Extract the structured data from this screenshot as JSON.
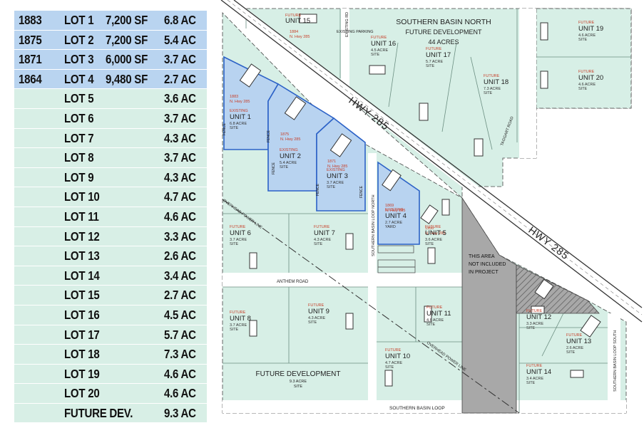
{
  "lot_table": [
    {
      "number": "1883",
      "lot": "LOT 1",
      "sf": "7,200 SF",
      "acres": "6.8 AC",
      "built": true
    },
    {
      "number": "1875",
      "lot": "LOT 2",
      "sf": "7,200 SF",
      "acres": "5.4 AC",
      "built": true
    },
    {
      "number": "1871",
      "lot": "LOT 3",
      "sf": "6,000 SF",
      "acres": "3.7 AC",
      "built": true
    },
    {
      "number": "1864",
      "lot": "LOT 4",
      "sf": "9,480 SF",
      "acres": "2.7 AC",
      "built": true
    },
    {
      "number": "",
      "lot": "LOT 5",
      "sf": "",
      "acres": "3.6 AC",
      "built": false
    },
    {
      "number": "",
      "lot": "LOT 6",
      "sf": "",
      "acres": "3.7 AC",
      "built": false
    },
    {
      "number": "",
      "lot": "LOT 7",
      "sf": "",
      "acres": "4.3 AC",
      "built": false
    },
    {
      "number": "",
      "lot": "LOT 8",
      "sf": "",
      "acres": "3.7 AC",
      "built": false
    },
    {
      "number": "",
      "lot": "LOT 9",
      "sf": "",
      "acres": "4.3 AC",
      "built": false
    },
    {
      "number": "",
      "lot": "LOT 10",
      "sf": "",
      "acres": "4.7 AC",
      "built": false
    },
    {
      "number": "",
      "lot": "LOT 11",
      "sf": "",
      "acres": "4.6 AC",
      "built": false
    },
    {
      "number": "",
      "lot": "LOT 12",
      "sf": "",
      "acres": "3.3 AC",
      "built": false
    },
    {
      "number": "",
      "lot": "LOT 13",
      "sf": "",
      "acres": "2.6 AC",
      "built": false
    },
    {
      "number": "",
      "lot": "LOT 14",
      "sf": "",
      "acres": "3.4 AC",
      "built": false
    },
    {
      "number": "",
      "lot": "LOT 15",
      "sf": "",
      "acres": "2.7 AC",
      "built": false
    },
    {
      "number": "",
      "lot": "LOT 16",
      "sf": "",
      "acres": "4.5 AC",
      "built": false
    },
    {
      "number": "",
      "lot": "LOT 17",
      "sf": "",
      "acres": "5.7 AC",
      "built": false
    },
    {
      "number": "",
      "lot": "LOT 18",
      "sf": "",
      "acres": "7.3 AC",
      "built": false
    },
    {
      "number": "",
      "lot": "LOT 19",
      "sf": "",
      "acres": "4.6 AC",
      "built": false
    },
    {
      "number": "",
      "lot": "LOT 20",
      "sf": "",
      "acres": "4.6 AC",
      "built": false
    },
    {
      "number": "",
      "lot": "FUTURE DEV.",
      "sf": "",
      "acres": "9.3 AC",
      "built": false
    }
  ],
  "map": {
    "colors": {
      "future": "#d7efe6",
      "existing": "#b8d3f0",
      "existing_border": "#2c62c7",
      "excluded": "#a8a8a8",
      "red_text": "#c8402a",
      "line": "#4a4a4a"
    },
    "roads": {
      "hwy_upper": "HWY 285",
      "hwy_lower": "HWY 285",
      "anthem": "ANTHEM ROAD",
      "southern_basin_loop": "SOUTHERN BASIN LOOP",
      "loop_north": "SOUTHERN BASIN LOOP NORTH",
      "loop_south": "SOUTHERN BASIN LOOP SOUTH",
      "taggart": "TAGGART ROAD",
      "existing_rd": "EXISTING RD",
      "existing_parking": "EXISTING PARKING",
      "power_line_upper": "OVERHEAD POWER LINE",
      "power_line_lower": "OVERHEAD POWER LINE"
    },
    "north_area": {
      "title": "SOUTHERN BASIN NORTH",
      "subtitle": "FUTURE DEVELOPMENT",
      "acres": "44 ACRES"
    },
    "excluded_area": {
      "line1": "THIS AREA",
      "line2": "NOT INCLUDED",
      "line3": "IN PROJECT"
    },
    "future_development": {
      "name": "FUTURE DEVELOPMENT",
      "size": "9.3 ACRE",
      "suffix": "SITE"
    },
    "fence_label": "FENCE",
    "units": [
      {
        "status": "EXISTING",
        "name": "UNIT 1",
        "size": "6.8 ACRE",
        "suffix": "SITE",
        "address1": "1883",
        "address2": "N. Hwy 285"
      },
      {
        "status": "EXISTING",
        "name": "UNIT 2",
        "size": "5.4 ACRE",
        "suffix": "SITE",
        "address1": "1875",
        "address2": "N. Hwy 285"
      },
      {
        "status": "EXISTING",
        "name": "UNIT 3",
        "size": "3.7 ACRE",
        "suffix": "SITE",
        "address1": "1871",
        "address2": "N. Hwy 285"
      },
      {
        "status": "EXISTING",
        "name": "UNIT 4",
        "size": "2.7 ACRE",
        "suffix": "YARD",
        "address1": "1869",
        "address2": "N. Hwy 285"
      },
      {
        "status": "FUTURE",
        "name": "UNIT 5",
        "size": "3.6 ACRE",
        "suffix": "SITE",
        "address1": "1956",
        "address2": "N. Hwy 285"
      },
      {
        "status": "FUTURE",
        "name": "UNIT 6",
        "size": "3.7 ACRE",
        "suffix": "SITE"
      },
      {
        "status": "FUTURE",
        "name": "UNIT 7",
        "size": "4.3 ACRE",
        "suffix": "SITE"
      },
      {
        "status": "FUTURE",
        "name": "UNIT 8",
        "size": "3.7 ACRE",
        "suffix": "SITE"
      },
      {
        "status": "FUTURE",
        "name": "UNIT 9",
        "size": "4.3 ACRE",
        "suffix": "SITE"
      },
      {
        "status": "FUTURE",
        "name": "UNIT 10",
        "size": "4.7 ACRE",
        "suffix": "SITE"
      },
      {
        "status": "FUTURE",
        "name": "UNIT 11",
        "size": "4.6 ACRE",
        "suffix": "SITE"
      },
      {
        "status": "FUTURE",
        "name": "UNIT 12",
        "size": "3.3 ACRE",
        "suffix": "SITE"
      },
      {
        "status": "FUTURE",
        "name": "UNIT 13",
        "size": "2.6 ACRE",
        "suffix": "SITE"
      },
      {
        "status": "FUTURE",
        "name": "UNIT 14",
        "size": "3.4 ACRE",
        "suffix": "SITE"
      },
      {
        "status": "FUTURE",
        "name": "UNIT 15",
        "address1": "1884",
        "address2": "N. Hwy 285"
      },
      {
        "status": "FUTURE",
        "name": "UNIT 16",
        "size": "4.5 ACRE",
        "suffix": "SITE"
      },
      {
        "status": "FUTURE",
        "name": "UNIT 17",
        "size": "5.7 ACRE",
        "suffix": "SITE"
      },
      {
        "status": "FUTURE",
        "name": "UNIT 18",
        "size": "7.3 ACRE",
        "suffix": "SITE"
      },
      {
        "status": "FUTURE",
        "name": "UNIT 19",
        "size": "4.6 ACRE",
        "suffix": "SITE"
      },
      {
        "status": "FUTURE",
        "name": "UNIT 20",
        "size": "4.6 ACRE",
        "suffix": "SITE"
      }
    ]
  }
}
